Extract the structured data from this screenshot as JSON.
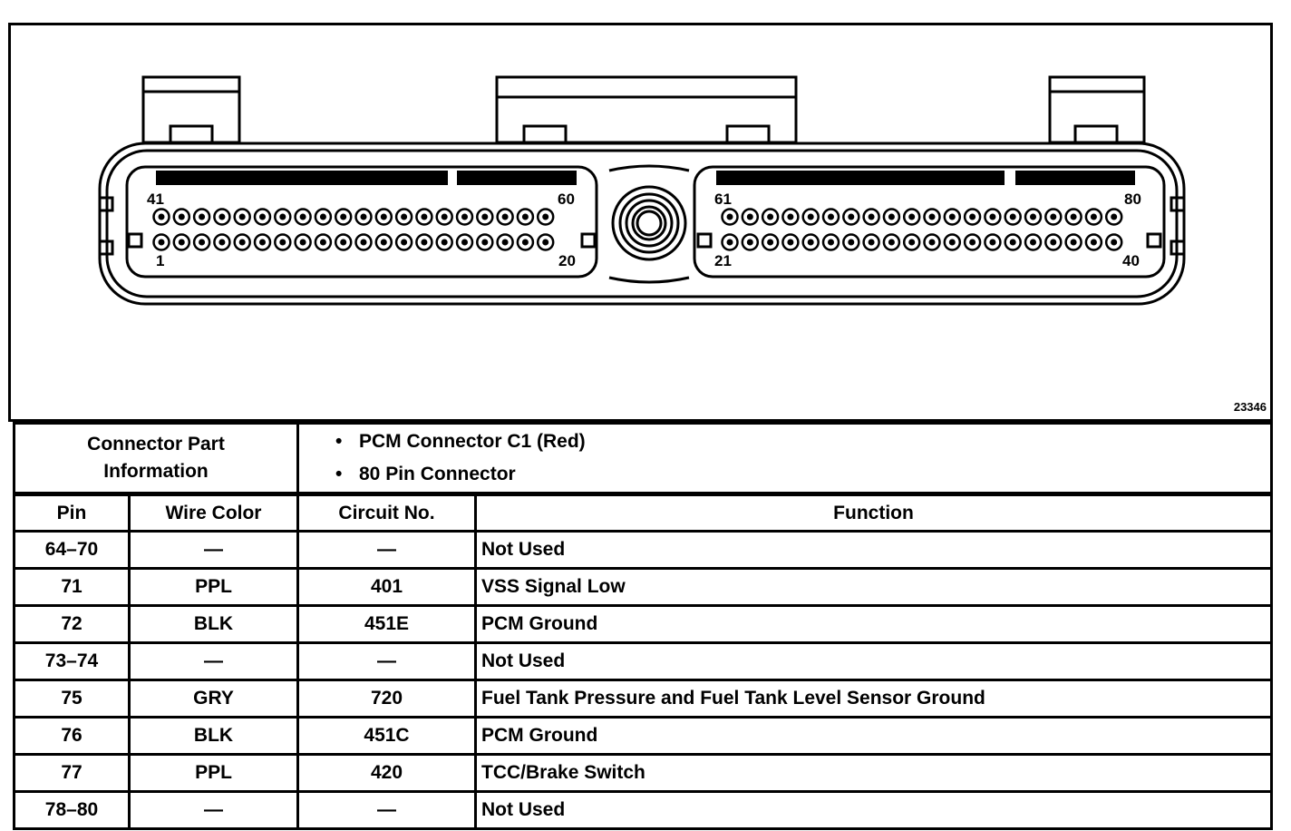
{
  "diagram": {
    "pin_labels": {
      "top_left_start": "41",
      "top_left_end": "60",
      "bottom_left_start": "1",
      "bottom_left_end": "20",
      "top_right_start": "61",
      "top_right_end": "80",
      "bottom_right_start": "21",
      "bottom_right_end": "40"
    },
    "reference_id": "23346"
  },
  "connector_info": {
    "label_line1": "Connector Part",
    "label_line2": "Information",
    "items": [
      "PCM Connector C1 (Red)",
      "80 Pin Connector"
    ]
  },
  "table": {
    "headers": [
      "Pin",
      "Wire Color",
      "Circuit No.",
      "Function"
    ],
    "rows": [
      [
        "64–70",
        "—",
        "—",
        "Not Used"
      ],
      [
        "71",
        "PPL",
        "401",
        "VSS Signal Low"
      ],
      [
        "72",
        "BLK",
        "451E",
        "PCM Ground"
      ],
      [
        "73–74",
        "—",
        "—",
        "Not Used"
      ],
      [
        "75",
        "GRY",
        "720",
        "Fuel Tank Pressure and Fuel Tank Level Sensor Ground"
      ],
      [
        "76",
        "BLK",
        "451C",
        "PCM Ground"
      ],
      [
        "77",
        "PPL",
        "420",
        "TCC/Brake Switch"
      ],
      [
        "78–80",
        "—",
        "—",
        "Not Used"
      ]
    ]
  }
}
